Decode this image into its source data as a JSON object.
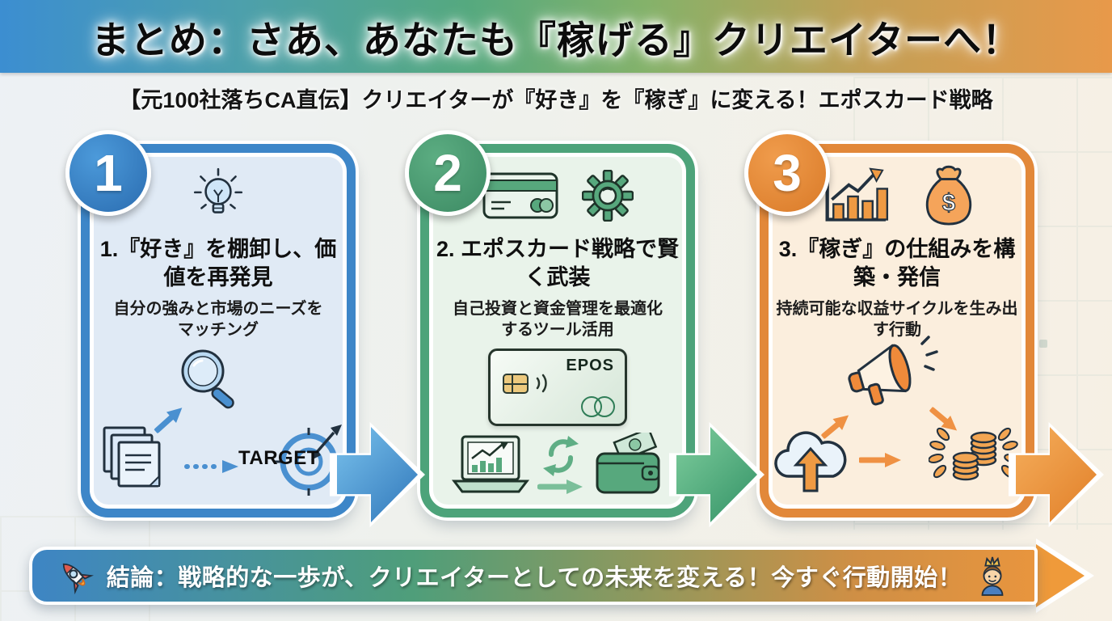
{
  "header": {
    "title": "まとめ：さあ、あなたも『稼げる』クリエイターへ！"
  },
  "subheader": {
    "text": "【元100社落ちCA直伝】クリエイターが『好き』を『稼ぎ』に変える！エポスカード戦略"
  },
  "steps": [
    {
      "number": "1",
      "title": "1.『好き』を棚卸し、価値を再発見",
      "description": "自分の強みと市場のニーズをマッチング",
      "target_label": "TARGET",
      "icons": [
        "lightbulb-icon",
        "documents-icon",
        "arrow-up-right-icon",
        "magnifier-icon",
        "dotted-arrow-icon",
        "target-dartboard-icon"
      ],
      "accent_color": "#3d86c8",
      "panel_color": "#e0eaf5"
    },
    {
      "number": "2",
      "title": "2. エポスカード戦略で賢く武装",
      "description": "自己投資と資金管理を最適化するツール活用",
      "epos_label": "EPOS",
      "icons": [
        "credit-card-icon",
        "gear-icon",
        "epos-card-graphic",
        "laptop-chart-icon",
        "cycle-arrows-icon",
        "wallet-cash-icon"
      ],
      "accent_color": "#4da37a",
      "panel_color": "#e9f3ea"
    },
    {
      "number": "3",
      "title": "3.『稼ぎ』の仕組みを構築・発信",
      "description": "持続可能な収益サイクルを生み出す行動",
      "money_symbol": "$",
      "icons": [
        "growth-chart-icon",
        "money-bag-icon",
        "megaphone-icon",
        "cloud-upload-icon",
        "coins-laurel-icon"
      ],
      "accent_color": "#e2883a",
      "panel_color": "#fbeedd"
    }
  ],
  "conclusion": {
    "text": "結論：戦略的な一歩が、クリエイターとしての未来を変える！今すぐ行動開始！",
    "icons": [
      "rocket-icon",
      "prince-icon"
    ]
  },
  "colors": {
    "header_gradient": [
      "#3c8ed1",
      "#55a97f",
      "#e8994a"
    ],
    "banner_gradient": [
      "#3e85c4",
      "#4f9e7a",
      "#e8953e"
    ],
    "step_accents": [
      "#3d86c8",
      "#4da37a",
      "#e2883a"
    ]
  }
}
